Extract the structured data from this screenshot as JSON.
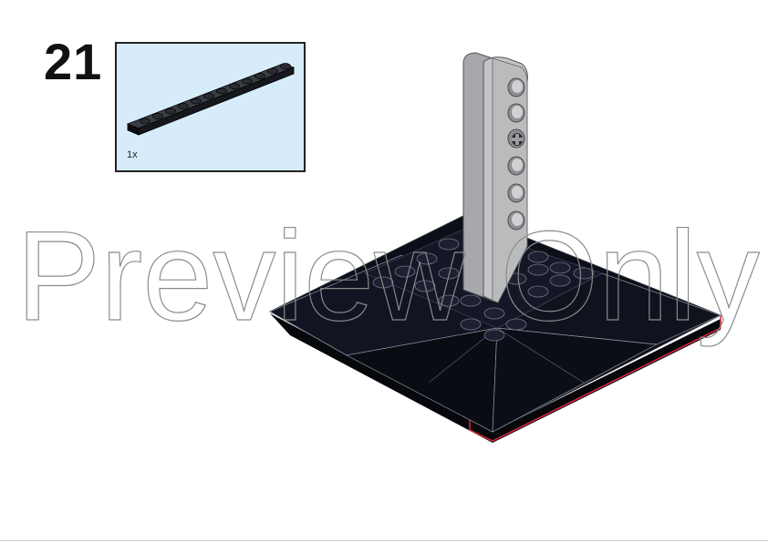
{
  "step": {
    "number": "21"
  },
  "parts_callout": {
    "quantity": "1x",
    "background": "#d7ecfb",
    "part_color": "#1b1d22"
  },
  "model": {
    "base_color": "#0b0d14",
    "beam_color": "#b3b5b7",
    "edge_highlight": "#e0263a"
  },
  "watermark": {
    "text": "Preview Only"
  }
}
